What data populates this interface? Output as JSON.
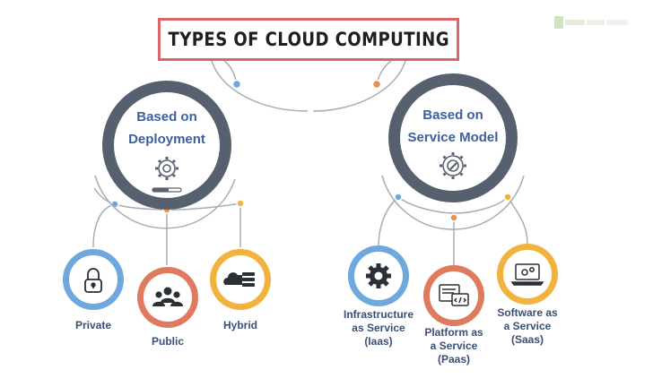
{
  "title": "TYPES OF CLOUD COMPUTING",
  "hubs": {
    "deployment": {
      "line1": "Based on",
      "line2": "Deployment",
      "icon": "gear-progress-icon"
    },
    "service": {
      "line1": "Based on",
      "line2": "Service Model",
      "icon": "gear-wrench-icon"
    }
  },
  "deployment_types": [
    {
      "label": "Private",
      "icon": "padlock-icon",
      "color": "#6fa8dc"
    },
    {
      "label": "Public",
      "icon": "people-group-icon",
      "color": "#e07a5f"
    },
    {
      "label": "Hybrid",
      "icon": "cloud-server-icon",
      "color": "#f2b23d"
    }
  ],
  "service_types": [
    {
      "line1": "Infrastructure",
      "line2": "as Service",
      "line3": "(Iaas)",
      "icon": "gear-icon",
      "color": "#6fa8dc"
    },
    {
      "line1": "Platform as",
      "line2": "a Service",
      "line3": "(Paas)",
      "icon": "code-screen-icon",
      "color": "#e07a5f"
    },
    {
      "line1": "Software as",
      "line2": "a Service",
      "line3": "(Saas)",
      "icon": "laptop-gears-icon",
      "color": "#f2b23d"
    }
  ],
  "colors": {
    "title_border": "#d9676a",
    "hub_ring": "#56606f",
    "connector": "#a7adb5",
    "label_blue": "#3d5fa0",
    "node_blue": "#6fa8dc",
    "node_orange": "#e07a5f",
    "node_yellow": "#f2b23d"
  }
}
